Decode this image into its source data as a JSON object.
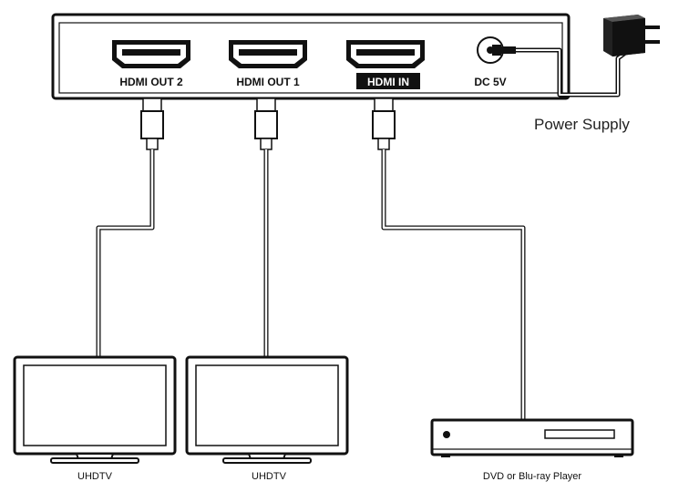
{
  "splitter": {
    "ports": {
      "out2": "HDMI OUT 2",
      "out1": "HDMI OUT 1",
      "in": "HDMI IN",
      "dc": "DC 5V"
    }
  },
  "power_supply": {
    "label": "Power Supply"
  },
  "devices": {
    "tv_left": "UHDTV",
    "tv_right": "UHDTV",
    "player": "DVD or Blu-ray Player"
  }
}
